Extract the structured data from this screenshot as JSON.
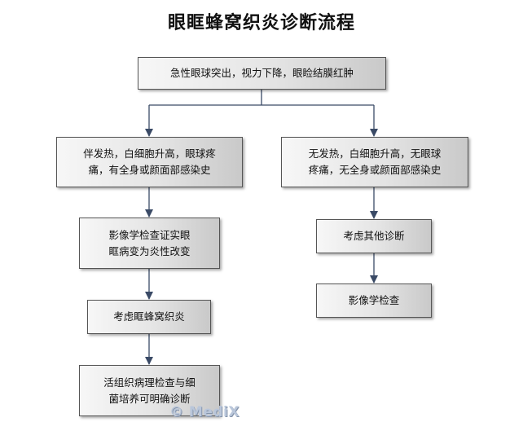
{
  "title": "眼眶蜂窝织炎诊断流程",
  "nodes": {
    "top": "急性眼球突出，视力下降，眼睑结膜红肿",
    "left_1": "伴发热，白细胞升高，眼球疼\n痛，有全身或颜面部感染史",
    "right_1": "无发热，白细胞升高，无眼球\n疼痛，无全身或颜面部感染史",
    "left_2": "影像学检查证实眼\n眶病变为炎性改变",
    "right_2": "考虑其他诊断",
    "left_3": "考虑眶蜂窝织炎",
    "right_3": "影像学检查",
    "left_4": "活组织病理检查与细\n菌培养可明确诊断"
  },
  "watermark": "© MediX"
}
